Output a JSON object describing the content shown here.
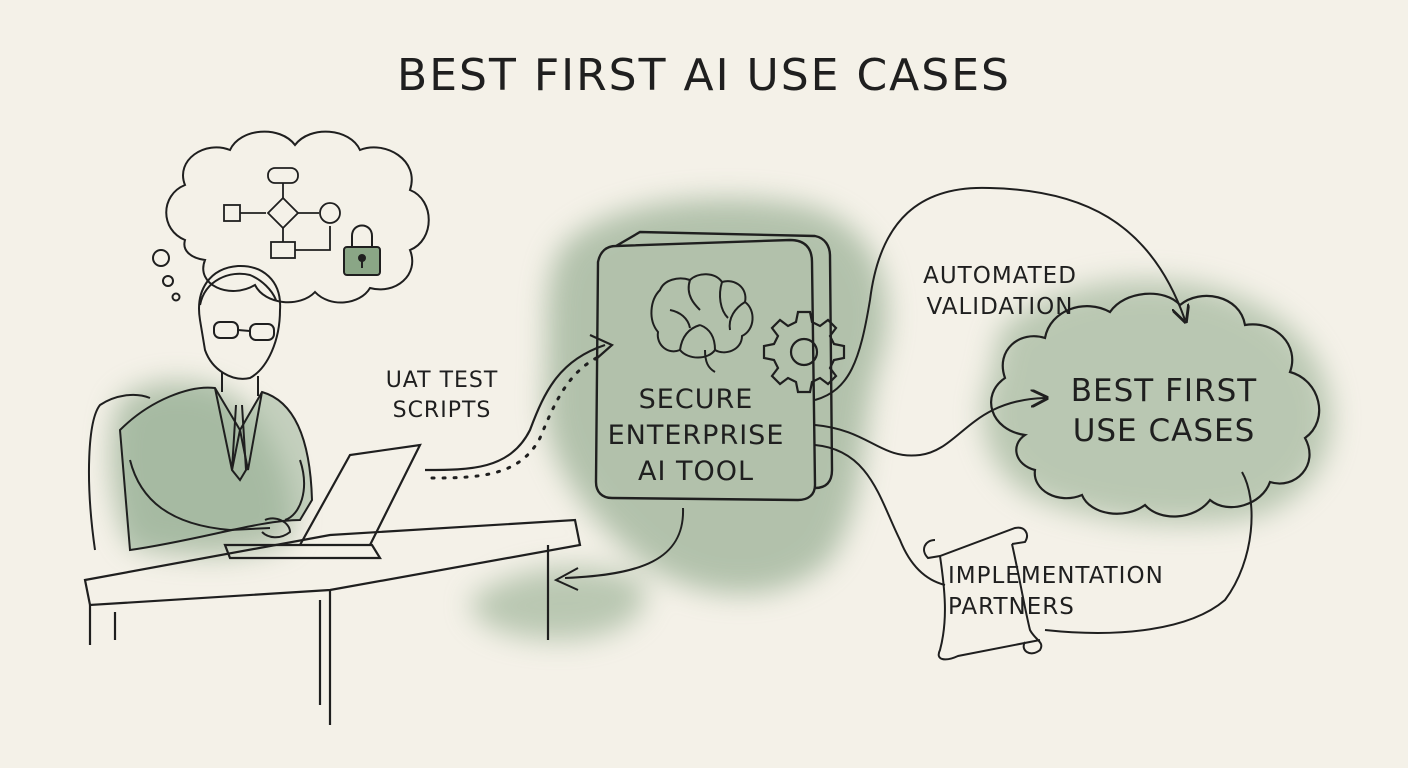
{
  "title": "BEST FIRST AI USE CASES",
  "labels": {
    "uat_test_scripts": "UAT TEST\nSCRIPTS",
    "secure_tool": "SECURE\nENTERPRISE\nAI TOOL",
    "automated_validation": "AUTOMATED\nVALIDATION",
    "best_first_use_cases": "BEST FIRST\nUSE CASES",
    "implementation_partners": "IMPLEMENTATION\nPARTNERS"
  },
  "colors": {
    "paper": "#f4f1e8",
    "ink": "#1f1f1f",
    "wash_green": "#7d9b7a"
  },
  "icons": [
    "brain-icon",
    "gear-icon",
    "lock-icon",
    "flowchart-icon",
    "scroll-icon"
  ]
}
